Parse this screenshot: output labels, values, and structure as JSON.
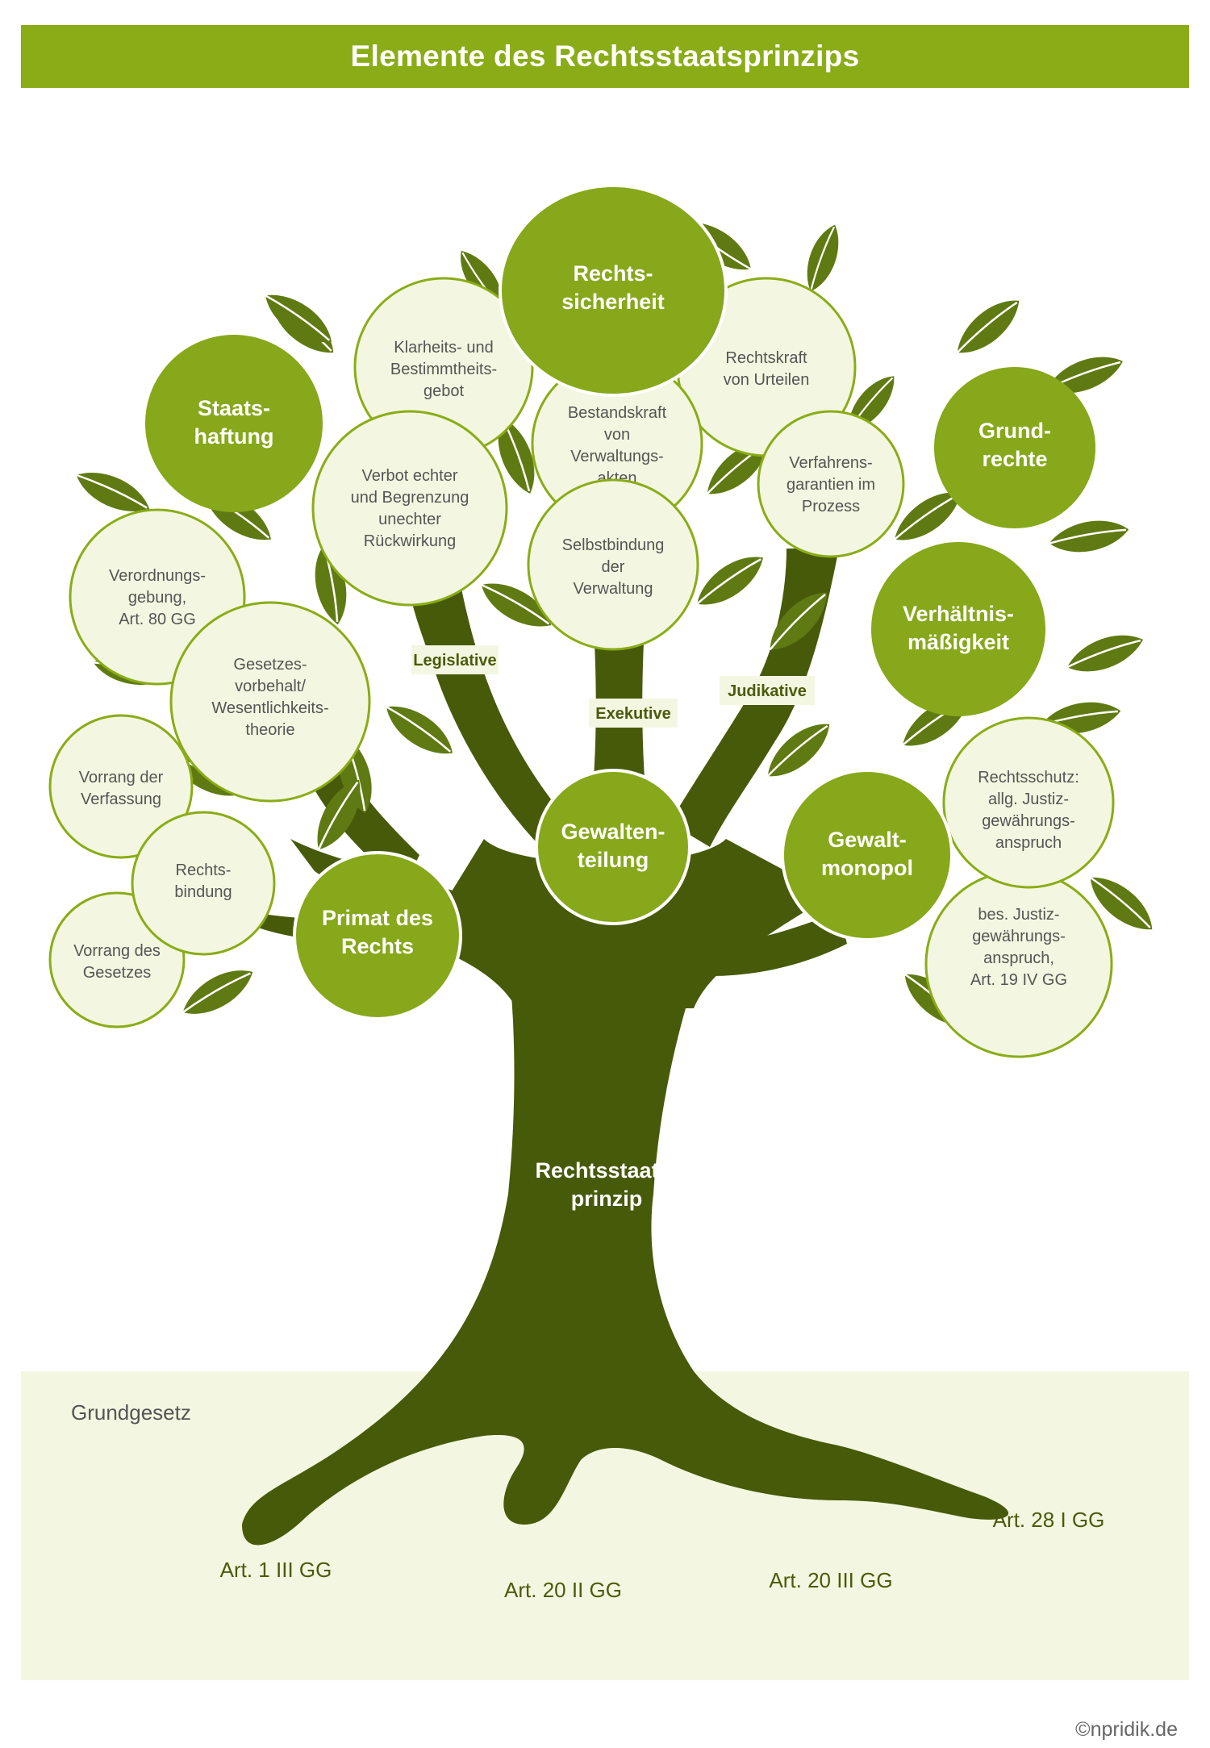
{
  "title": "Elemente des Rechtsstaatsprinzips",
  "trunk_label": [
    "Rechtsstaats-",
    "prinzip"
  ],
  "branches": {
    "legislative": "Legislative",
    "exekutive": "Exekutive",
    "judikative": "Judikative"
  },
  "main_nodes": {
    "rechtssicherheit": [
      "Rechts-",
      "sicherheit"
    ],
    "staatshaftung": [
      "Staats-",
      "haftung"
    ],
    "grundrechte": [
      "Grund-",
      "rechte"
    ],
    "verhaeltnismaessigkeit": [
      "Verhältnis-",
      "mäßigkeit"
    ],
    "gewaltenteilung": [
      "Gewalten-",
      "teilung"
    ],
    "gewaltmonopol": [
      "Gewalt-",
      "monopol"
    ],
    "primat": [
      "Primat des",
      "Rechts"
    ]
  },
  "sub_nodes": {
    "klarheit": [
      "Klarheits- und",
      "Bestimmtheits-",
      "gebot"
    ],
    "bestandskraft": [
      "Bestandskraft",
      "von",
      "Verwaltungs-",
      "akten"
    ],
    "rechtskraft": [
      "Rechtskraft",
      "von Urteilen"
    ],
    "verfahren": [
      "Verfahrens-",
      "garantien im",
      "Prozess"
    ],
    "rueckwirkung": [
      "Verbot echter",
      "und  Begrenzung",
      "unechter",
      "Rückwirkung"
    ],
    "selbstbindung": [
      "Selbstbindung",
      "der",
      "Verwaltung"
    ],
    "verordnung": [
      "Verordnungs-",
      "gebung,",
      "Art. 80 GG"
    ],
    "gesetzesvorbehalt": [
      "Gesetzes-",
      "vorbehalt/",
      "Wesentlichkeits-",
      "theorie"
    ],
    "vorrang_verfassung": [
      "Vorrang der",
      "Verfassung"
    ],
    "rechtsbindung": [
      "Rechts-",
      "bindung"
    ],
    "vorrang_gesetz": [
      "Vorrang des",
      "Gesetzes"
    ],
    "rechtsschutz": [
      "Rechtsschutz:",
      "allg. Justiz-",
      "gewährungs-",
      "anspruch"
    ],
    "bes_justiz": [
      "bes. Justiz-",
      "gewährungs-",
      "anspruch,",
      "Art. 19 IV GG"
    ]
  },
  "ground": {
    "label": "Grundgesetz",
    "roots": {
      "art1": "Art. 1 III GG",
      "art20_2": "Art. 20 II GG",
      "art20_3": "Art. 20 III GG",
      "art28": "Art. 28 I GG"
    }
  },
  "copyright": "©npridik.de",
  "colors": {
    "header": "#8aac17",
    "trunk": "#465a0a",
    "leaf": "#5f7a12",
    "main_node": "#86a81a",
    "sub_node_fill": "#f3f7e1",
    "sub_node_stroke": "#8aac17",
    "ground": "#f3f7e1"
  }
}
